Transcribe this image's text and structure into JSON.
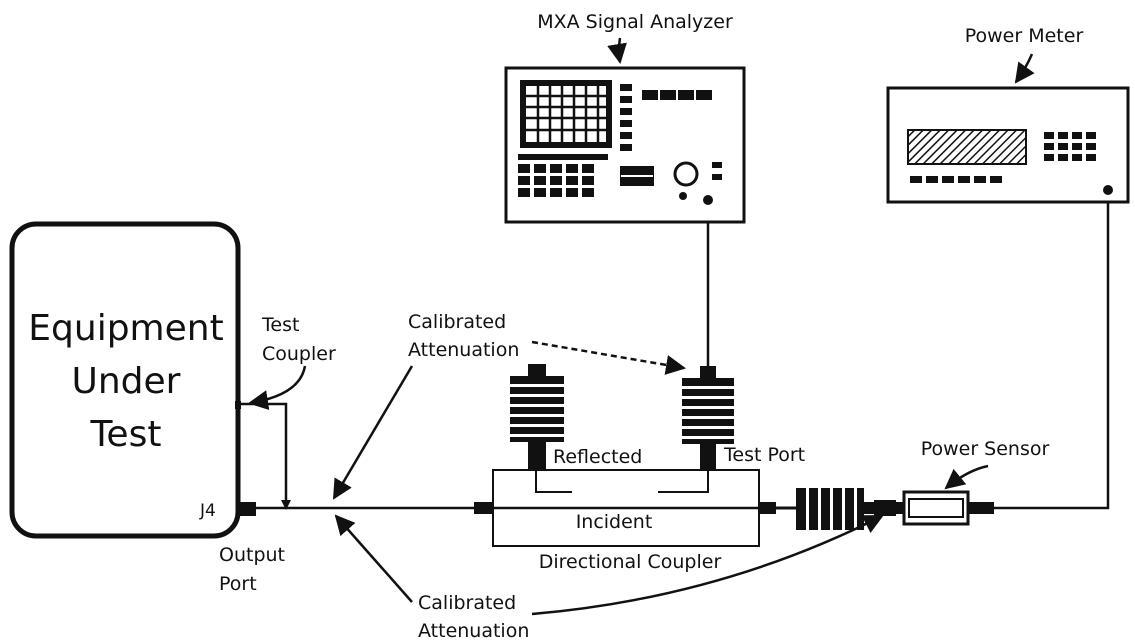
{
  "labels": {
    "mxa": "MXA Signal Analyzer",
    "power_meter": "Power Meter",
    "eut_line1": "Equipment",
    "eut_line2": "Under",
    "eut_line3": "Test",
    "test_coupler_line1": "Test",
    "test_coupler_line2": "Coupler",
    "cal_atten_top_line1": "Calibrated",
    "cal_atten_top_line2": "Attenuation",
    "reflected": "Reflected",
    "test_port": "Test Port",
    "power_sensor": "Power Sensor",
    "j4": "J4",
    "incident": "Incident",
    "output_port_line1": "Output",
    "output_port_line2": "Port",
    "directional_coupler": "Directional Coupler",
    "cal_atten_bottom_line1": "Calibrated",
    "cal_atten_bottom_line2": "Attenuation"
  }
}
